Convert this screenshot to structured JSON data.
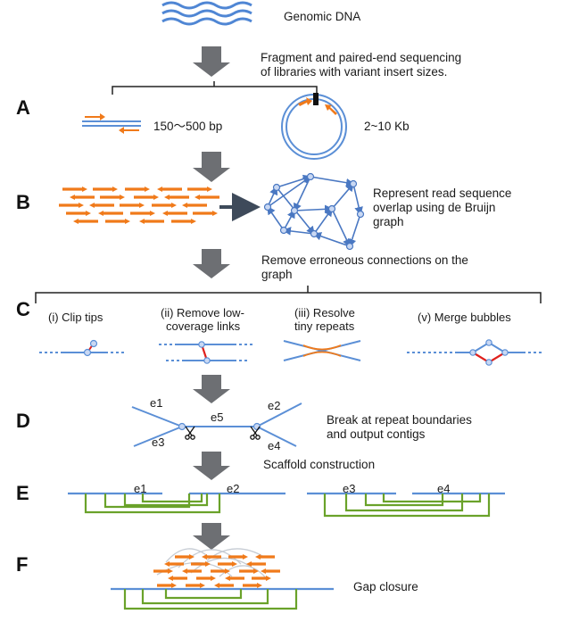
{
  "colors": {
    "blue": "#5b8fd6",
    "orange": "#f07a1a",
    "green": "#6aa22a",
    "red": "#e0201c",
    "arrow_gray": "#6d6f73"
  },
  "genomic": {
    "label": "Genomic DNA"
  },
  "step_fragment": {
    "line1": "Fragment and paired-end sequencing",
    "line2": "of libraries with variant insert sizes."
  },
  "A": {
    "letter": "A",
    "short_insert": "150～500 bp",
    "long_insert": "2~10 Kb"
  },
  "B": {
    "letter": "B",
    "line1": "Represent read sequence",
    "line2": "overlap using de Bruijn",
    "line3": "graph"
  },
  "step_remove": {
    "line1": "Remove erroneous connections on  the",
    "line2": "graph"
  },
  "C": {
    "letter": "C",
    "panels": [
      {
        "line1": "(i) Clip tips",
        "line2": ""
      },
      {
        "line1": "(ii) Remove low-",
        "line2": "coverage links"
      },
      {
        "line1": "(iii) Resolve",
        "line2": "tiny repeats"
      },
      {
        "line1": "(v) Merge bubbles",
        "line2": ""
      }
    ]
  },
  "D": {
    "letter": "D",
    "edges": [
      "e1",
      "e2",
      "e3",
      "e4",
      "e5"
    ],
    "line1": "Break at repeat boundaries",
    "line2": "and output contigs"
  },
  "step_scaffold": {
    "label": "Scaffold construction"
  },
  "E": {
    "letter": "E",
    "contigs": [
      "e1",
      "e2",
      "e3",
      "e4"
    ]
  },
  "F": {
    "letter": "F",
    "label": "Gap closure"
  }
}
